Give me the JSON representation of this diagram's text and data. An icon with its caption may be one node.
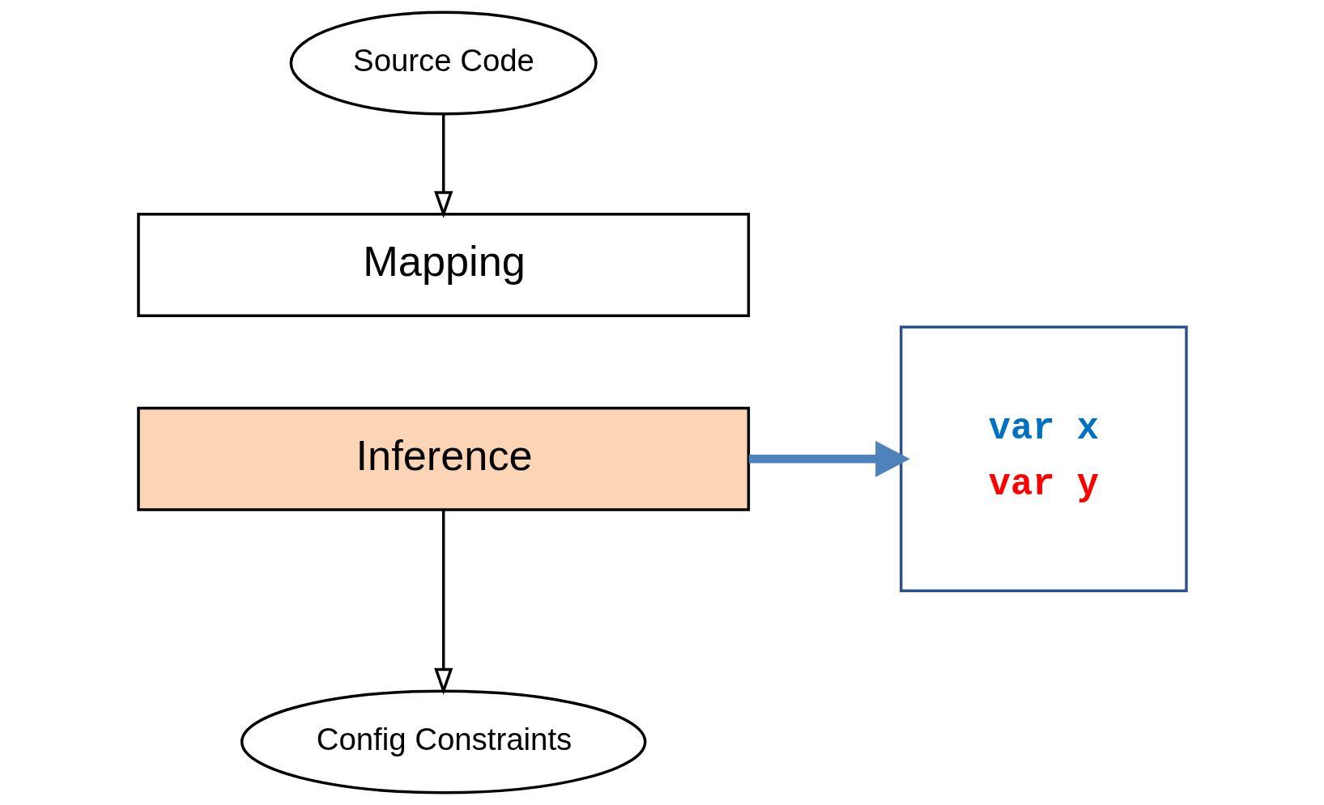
{
  "diagram": {
    "nodes": [
      {
        "text": [
          "Source Code"
        ]
      },
      {
        "text": [
          "Mapping"
        ]
      },
      {
        "text": [
          "Inference"
        ]
      },
      {
        "text": [
          "Config Constraints"
        ]
      },
      {
        "text": [
          "var x",
          "var y"
        ]
      }
    ],
    "edges": [
      {
        "from": 0,
        "to": 1,
        "arrow": "to"
      },
      {
        "from": 2,
        "to": 3,
        "arrow": "to"
      },
      {
        "from": 2,
        "to": 4,
        "arrow": "to",
        "style": "thick",
        "color": "#4f81bd"
      }
    ]
  }
}
